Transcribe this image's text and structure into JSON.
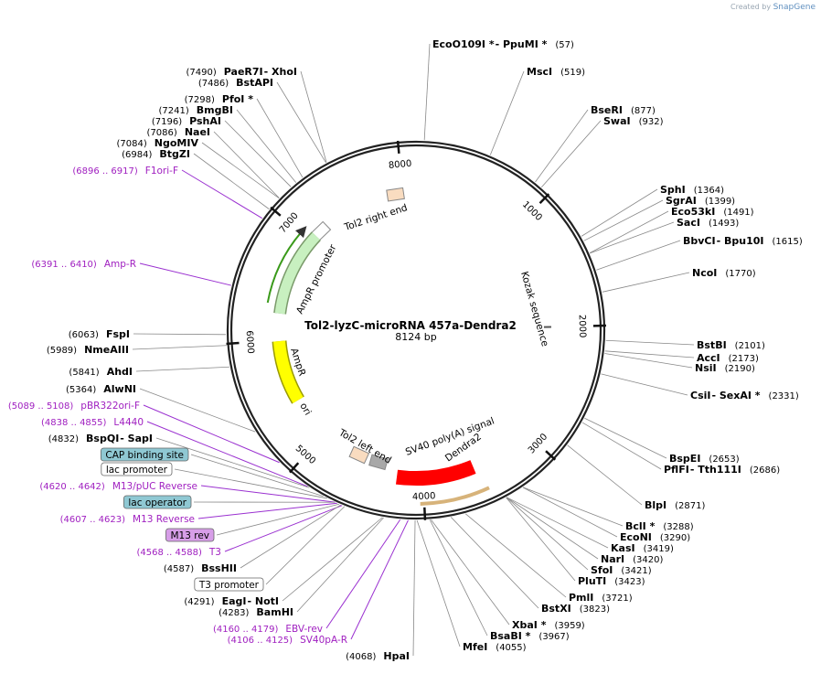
{
  "watermark": {
    "prefix": "Created by",
    "brand": "SnapGene"
  },
  "plasmid": {
    "name": "Tol2-lyzC-microRNA 457a-Dendra2",
    "length_label": "8124 bp",
    "length": 8124
  },
  "ring_ticks": [
    {
      "pos": 1000,
      "label": "1000"
    },
    {
      "pos": 2000,
      "label": "2000"
    },
    {
      "pos": 3000,
      "label": "3000"
    },
    {
      "pos": 4000,
      "label": "4000"
    },
    {
      "pos": 5000,
      "label": "5000"
    },
    {
      "pos": 6000,
      "label": "6000"
    },
    {
      "pos": 7000,
      "label": "7000"
    },
    {
      "pos": 8000,
      "label": "8000"
    }
  ],
  "right_labels": [
    {
      "pos": 57,
      "parts": [
        {
          "n": "EcoO109I *"
        },
        {
          "n": "  -  PpuMI *"
        }
      ],
      "num": "(57)"
    },
    {
      "pos": 519,
      "parts": [
        {
          "n": "MscI"
        }
      ],
      "num": "(519)"
    },
    {
      "pos": 877,
      "parts": [
        {
          "n": "BseRI"
        }
      ],
      "num": "(877)"
    },
    {
      "pos": 932,
      "parts": [
        {
          "n": "SwaI"
        }
      ],
      "num": "(932)"
    },
    {
      "pos": 1364,
      "parts": [
        {
          "n": "SphI"
        }
      ],
      "num": "(1364)"
    },
    {
      "pos": 1399,
      "parts": [
        {
          "n": "SgrAI"
        }
      ],
      "num": "(1399)"
    },
    {
      "pos": 1491,
      "parts": [
        {
          "n": "Eco53kI"
        }
      ],
      "num": "(1491)"
    },
    {
      "pos": 1493,
      "parts": [
        {
          "n": "SacI"
        }
      ],
      "num": "(1493)"
    },
    {
      "pos": 1615,
      "parts": [
        {
          "n": "BbvCI"
        },
        {
          "n": "  -  Bpu10I"
        }
      ],
      "num": "(1615)"
    },
    {
      "pos": 1770,
      "parts": [
        {
          "n": "NcoI"
        }
      ],
      "num": "(1770)"
    },
    {
      "pos": 2101,
      "parts": [
        {
          "n": "BstBI"
        }
      ],
      "num": "(2101)"
    },
    {
      "pos": 2173,
      "parts": [
        {
          "n": "AccI"
        }
      ],
      "num": "(2173)"
    },
    {
      "pos": 2190,
      "parts": [
        {
          "n": "NsiI"
        }
      ],
      "num": "(2190)"
    },
    {
      "pos": 2331,
      "parts": [
        {
          "n": "CsiI"
        },
        {
          "n": "  -  SexAI *"
        }
      ],
      "num": "(2331)"
    },
    {
      "pos": 2653,
      "parts": [
        {
          "n": "BspEI"
        }
      ],
      "num": "(2653)"
    },
    {
      "pos": 2686,
      "parts": [
        {
          "n": "PflFI"
        },
        {
          "n": "  -  Tth111I"
        }
      ],
      "num": "(2686)"
    },
    {
      "pos": 2871,
      "parts": [
        {
          "n": "BlpI"
        }
      ],
      "num": "(2871)"
    },
    {
      "pos": 3288,
      "parts": [
        {
          "n": "BclI *"
        }
      ],
      "num": "(3288)"
    },
    {
      "pos": 3290,
      "parts": [
        {
          "n": "EcoNI"
        }
      ],
      "num": "(3290)"
    },
    {
      "pos": 3419,
      "parts": [
        {
          "n": "KasI"
        }
      ],
      "num": "(3419)"
    },
    {
      "pos": 3420,
      "parts": [
        {
          "n": "NarI"
        }
      ],
      "num": "(3420)"
    },
    {
      "pos": 3421,
      "parts": [
        {
          "n": "SfoI"
        }
      ],
      "num": "(3421)"
    },
    {
      "pos": 3423,
      "parts": [
        {
          "n": "PluTI"
        }
      ],
      "num": "(3423)"
    },
    {
      "pos": 3721,
      "parts": [
        {
          "n": "PmlI"
        }
      ],
      "num": "(3721)"
    },
    {
      "pos": 3823,
      "parts": [
        {
          "n": "BstXI"
        }
      ],
      "num": "(3823)"
    },
    {
      "pos": 3959,
      "parts": [
        {
          "n": "XbaI *"
        }
      ],
      "num": "(3959)"
    },
    {
      "pos": 3967,
      "parts": [
        {
          "n": "BsaBI *"
        }
      ],
      "num": "(3967)"
    },
    {
      "pos": 4055,
      "parts": [
        {
          "n": "MfeI"
        }
      ],
      "num": "(4055)"
    }
  ],
  "left_labels": [
    {
      "pos": 7490,
      "num": "(7490)",
      "parts": [
        {
          "n": "PaeR7I"
        },
        {
          "n": "  -  XhoI"
        }
      ]
    },
    {
      "pos": 7486,
      "num": "(7486)",
      "parts": [
        {
          "n": "BstAPI"
        }
      ]
    },
    {
      "pos": 7298,
      "num": "(7298)",
      "parts": [
        {
          "n": "PfoI *"
        }
      ]
    },
    {
      "pos": 7241,
      "num": "(7241)",
      "parts": [
        {
          "n": "BmgBI"
        }
      ]
    },
    {
      "pos": 7196,
      "num": "(7196)",
      "parts": [
        {
          "n": "PshAI"
        }
      ]
    },
    {
      "pos": 7086,
      "num": "(7086)",
      "parts": [
        {
          "n": "NaeI"
        }
      ]
    },
    {
      "pos": 7084,
      "num": "(7084)",
      "parts": [
        {
          "n": "NgoMIV"
        }
      ]
    },
    {
      "pos": 6984,
      "num": "(6984)",
      "parts": [
        {
          "n": "BtgZI"
        }
      ]
    },
    {
      "pos": 6906,
      "num": "(6896 .. 6917)",
      "primer": true,
      "parts": [
        {
          "n": "F1ori-F"
        }
      ]
    },
    {
      "pos": 6400,
      "num": "(6391 .. 6410)",
      "primer": true,
      "parts": [
        {
          "n": "Amp-R"
        }
      ]
    },
    {
      "pos": 6063,
      "num": "(6063)",
      "parts": [
        {
          "n": "FspI"
        }
      ]
    },
    {
      "pos": 5989,
      "num": "(5989)",
      "parts": [
        {
          "n": "NmeAIII"
        }
      ]
    },
    {
      "pos": 5841,
      "num": "(5841)",
      "parts": [
        {
          "n": "AhdI"
        }
      ]
    },
    {
      "pos": 5364,
      "num": "(5364)",
      "parts": [
        {
          "n": "AlwNI"
        }
      ]
    },
    {
      "pos": 5098,
      "num": "(5089 .. 5108)",
      "primer": true,
      "parts": [
        {
          "n": "pBR322ori-F"
        }
      ]
    },
    {
      "pos": 4846,
      "num": "(4838 .. 4855)",
      "primer": true,
      "parts": [
        {
          "n": "L4440"
        }
      ]
    },
    {
      "pos": 4832,
      "num": "(4832)",
      "parts": [
        {
          "n": "BspQI"
        },
        {
          "n": "  -  SapI"
        }
      ]
    },
    {
      "pos": 4720,
      "num": "",
      "box": "teal",
      "parts": [
        {
          "n": "CAP binding site"
        }
      ]
    },
    {
      "pos": 4690,
      "num": "",
      "box": "white",
      "parts": [
        {
          "n": "lac promoter"
        }
      ]
    },
    {
      "pos": 4631,
      "num": "(4620 .. 4642)",
      "primer": true,
      "parts": [
        {
          "n": "M13/pUC Reverse"
        }
      ]
    },
    {
      "pos": 4630,
      "num": "",
      "box": "teal",
      "parts": [
        {
          "n": "lac operator"
        }
      ]
    },
    {
      "pos": 4615,
      "num": "(4607 .. 4623)",
      "primer": true,
      "parts": [
        {
          "n": "M13 Reverse"
        }
      ]
    },
    {
      "pos": 4600,
      "num": "",
      "box": "purple",
      "parts": [
        {
          "n": "M13 rev"
        }
      ]
    },
    {
      "pos": 4578,
      "num": "(4568 .. 4588)",
      "primer": true,
      "parts": [
        {
          "n": "T3"
        }
      ]
    },
    {
      "pos": 4587,
      "num": "(4587)",
      "parts": [
        {
          "n": "BssHII"
        }
      ]
    },
    {
      "pos": 4560,
      "num": "",
      "box": "white",
      "parts": [
        {
          "n": "T3 promoter"
        }
      ]
    },
    {
      "pos": 4291,
      "num": "(4291)",
      "parts": [
        {
          "n": "EagI"
        },
        {
          "n": "  -  NotI"
        }
      ]
    },
    {
      "pos": 4283,
      "num": "(4283)",
      "parts": [
        {
          "n": "BamHI"
        }
      ]
    },
    {
      "pos": 4170,
      "num": "(4160 .. 4179)",
      "primer": true,
      "parts": [
        {
          "n": "EBV-rev"
        }
      ]
    },
    {
      "pos": 4115,
      "num": "(4106 .. 4125)",
      "primer": true,
      "parts": [
        {
          "n": "SV40pA-R"
        }
      ]
    },
    {
      "pos": 4068,
      "num": "(4068)",
      "parts": [
        {
          "n": "HpaI"
        }
      ]
    }
  ],
  "features": [
    {
      "label": "Tol2 right end",
      "color": "#f9dcc0",
      "start": 7900,
      "end": 7960
    },
    {
      "label": "AmpR promoter",
      "color": "#ffffff",
      "start": 7080,
      "end": 7184
    },
    {
      "label": "AmpR",
      "color": "#c8f0c0",
      "start": 6250,
      "end": 7070
    },
    {
      "label": "ori",
      "color": "#ffff00",
      "start": 5400,
      "end": 5989
    },
    {
      "label": "Tol2 left end",
      "color": "#f9dcc0",
      "start": 4550,
      "end": 4680
    },
    {
      "label": "SV40 poly(A) signal",
      "color": "#a8a8a8",
      "start": 4360,
      "end": 4480
    },
    {
      "label": "Dendra2",
      "color": "#ff0000",
      "start": 3550,
      "end": 4230
    },
    {
      "label": "Kozak sequence",
      "color": "#808080",
      "start": 2000,
      "end": 2010
    }
  ]
}
